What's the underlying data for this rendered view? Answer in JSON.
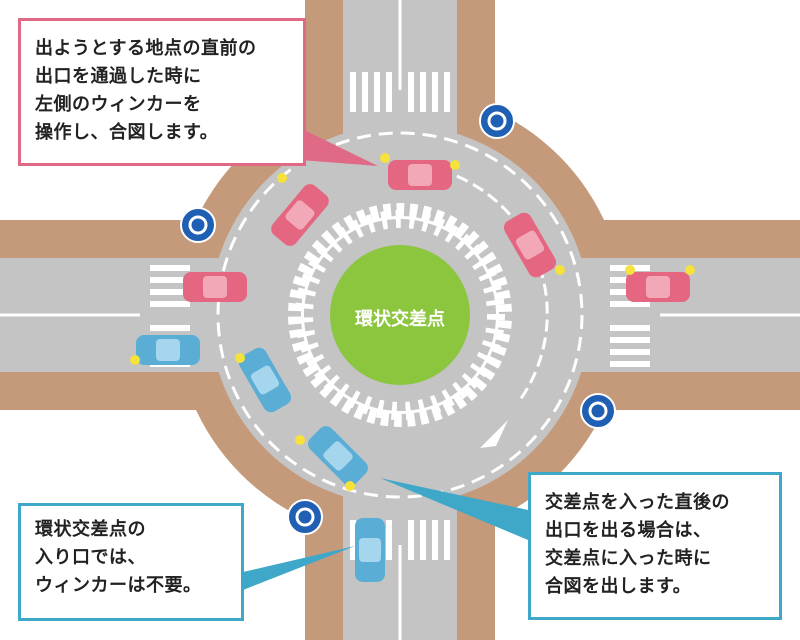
{
  "center_label": "環状交差点",
  "callout_top": {
    "lines": [
      "出ようとする地点の直前の",
      "出口を通過した時に",
      "左側のウィンカーを",
      "操作し、合図します。"
    ],
    "color": "#e06a86"
  },
  "callout_bottom_left": {
    "lines": [
      "環状交差点の",
      "入り口では、",
      "ウィンカーは不要。"
    ],
    "color": "#3fa7c8"
  },
  "callout_bottom_right": {
    "lines": [
      "交差点を入った直後の",
      "出口を出る場合は、",
      "交差点に入った時に",
      "合図を出します。"
    ],
    "color": "#3fa7c8"
  },
  "colors": {
    "road": "#c4c4c4",
    "sidewalk": "#c49a7a",
    "island": "#8cc63f",
    "pink_car": "#e46680",
    "blue_car": "#5aaed6",
    "sign": "#1f5fb4",
    "blinker": "#f5e23a"
  },
  "icons": [
    "roundabout-sign-icon",
    "direction-arrow-icon"
  ]
}
